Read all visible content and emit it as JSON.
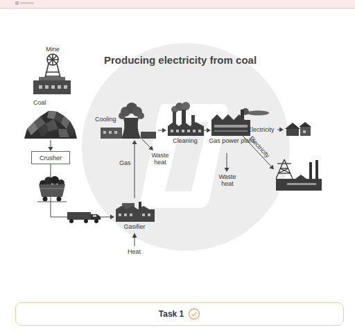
{
  "diagram": {
    "title": "Producing electricity from coal",
    "nodes": [
      {
        "text": [
          "Mine"
        ]
      },
      {
        "text": [
          "Coal"
        ]
      },
      {
        "text": [
          "Crusher"
        ]
      },
      {
        "text": [
          "Gasifier"
        ]
      },
      {
        "text": [
          "Cooling"
        ]
      },
      {
        "text": [
          "Cleaning"
        ]
      },
      {
        "text": [
          "Gas power plant"
        ]
      },
      {
        "text": [
          "Task 1"
        ]
      }
    ],
    "edges": [
      {
        "from": 1,
        "to": 2,
        "arrow": "to"
      },
      {
        "from": 2,
        "to": 3,
        "arrow": "to"
      },
      {
        "from": 3,
        "to": 4,
        "arrow": "to",
        "label": "Gas"
      },
      {
        "from": 4,
        "to": 5,
        "arrow": "to"
      },
      {
        "from": 5,
        "to": 6,
        "arrow": "to"
      }
    ],
    "labels": [
      "Heat",
      "Waste heat",
      "Waste heat",
      "Electricity",
      "Electricity"
    ]
  }
}
